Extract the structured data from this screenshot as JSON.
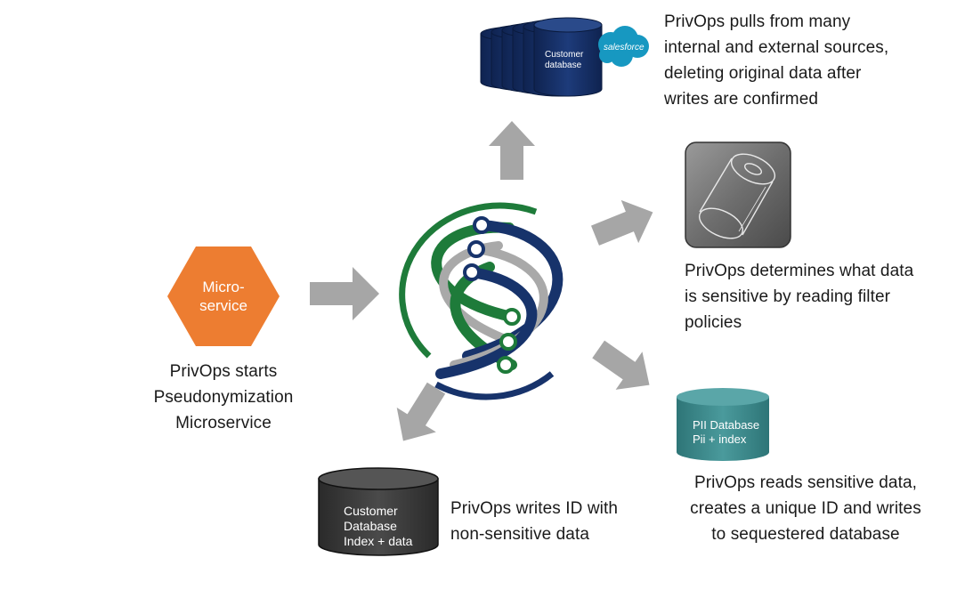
{
  "microservice": {
    "label_line1": "Micro-",
    "label_line2": "service",
    "caption": [
      "PrivOps starts",
      "Pseudonymization",
      "Microservice"
    ]
  },
  "sources": {
    "db_label_line1": "Customer",
    "db_label_line2": "database",
    "salesforce_label": "salesforce",
    "caption": [
      "PrivOps pulls from many",
      "internal and external sources,",
      "deleting original data after",
      "writes are confirmed"
    ]
  },
  "filter": {
    "caption": [
      "PrivOps determines what data",
      "is sensitive by reading filter",
      "policies"
    ]
  },
  "pii_db": {
    "label_line1": "PII Database",
    "label_line2": "Pii + index",
    "caption": [
      "PrivOps reads sensitive data,",
      "creates a unique ID and writes",
      "to sequestered database"
    ]
  },
  "customer_db": {
    "label_line1": "Customer",
    "label_line2": "Database",
    "label_line3": "Index + data",
    "caption": [
      "PrivOps writes ID with",
      "non-sensitive data"
    ]
  },
  "colors": {
    "hexagon": "#ED7D31",
    "arrow": "#A6A6A6",
    "navy": "#17336B",
    "green": "#1E7B3A",
    "teal": "#3E8A8C",
    "dark_db": "#3A3A3A",
    "salesforce": "#1798C1"
  }
}
